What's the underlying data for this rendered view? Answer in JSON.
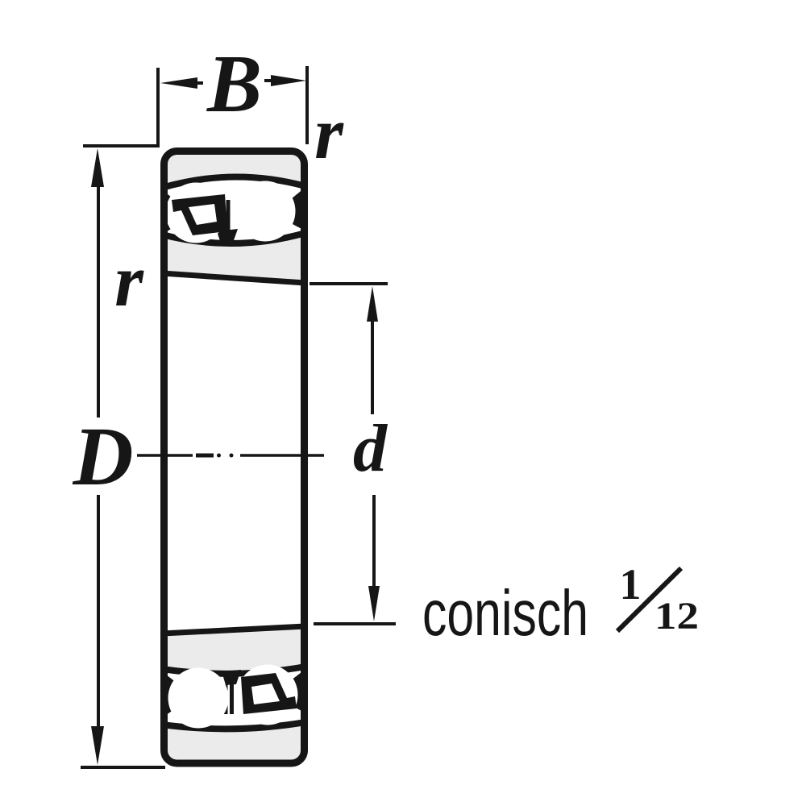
{
  "diagram": {
    "dimension_labels": {
      "width": "B",
      "outer_diameter": "D",
      "bore_diameter": "d",
      "fillet_radius_top": "r",
      "fillet_radius_side": "r"
    },
    "annotation": {
      "taper_word": "conisch",
      "fraction_numerator": "1",
      "fraction_denominator": "12"
    },
    "colors": {
      "line": "#161616",
      "ring_section_fill": "#ebebeb",
      "background": "#ffffff"
    }
  }
}
